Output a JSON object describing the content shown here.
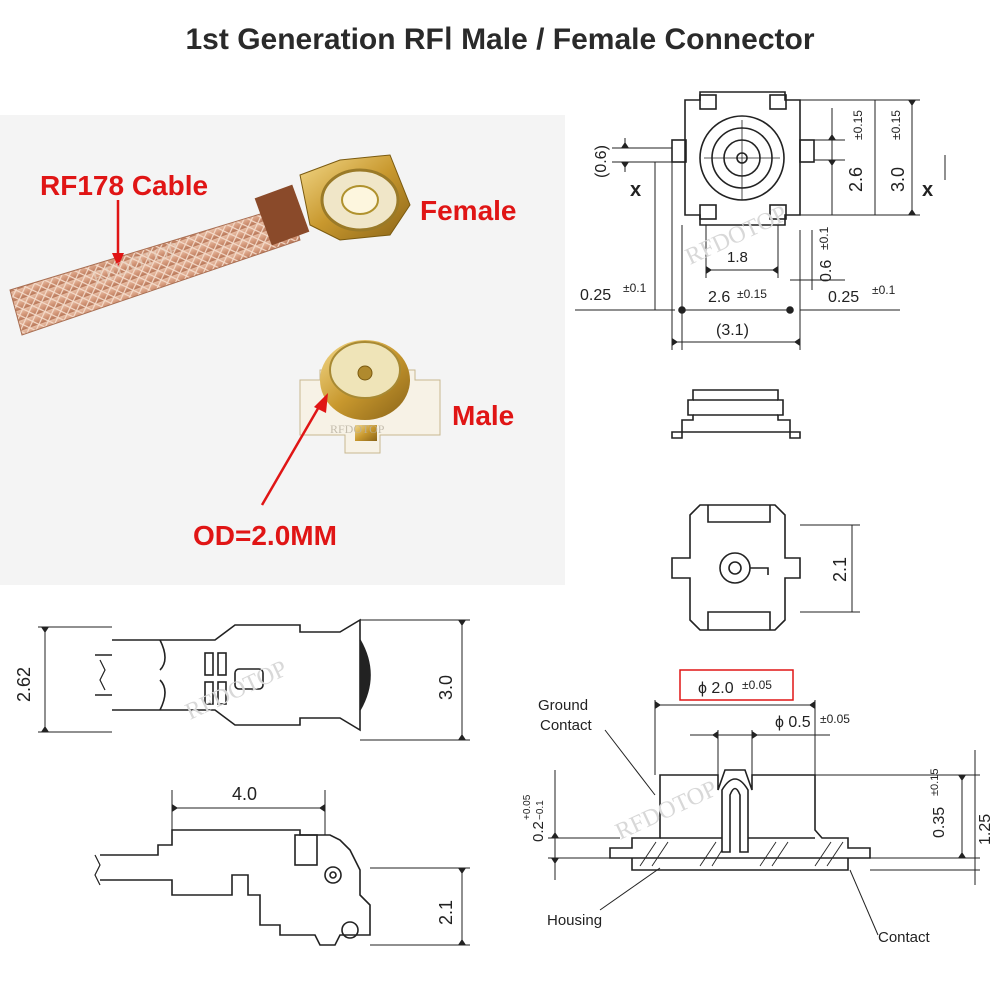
{
  "title": "1st Generation RFⅠ Male / Female Connector",
  "photo": {
    "cable_label": "RF178 Cable",
    "female_label": "Female",
    "male_label": "Male",
    "od_label": "OD=2.0MM",
    "watermark": "RFDOTOP"
  },
  "top_right": {
    "dim_06": "(0.6)",
    "dim_26_015_v": "2.6",
    "tol_015_a": "±0.15",
    "dim_30_v": "3.0",
    "tol_015_b": "±0.15",
    "x_mark": "x",
    "dim_18": "1.8",
    "dim_06_01": "0.6",
    "tol_01_a": "±0.1",
    "dim_025_left": "0.25",
    "tol_01_b": "±0.1",
    "dim_26_h": "2.6",
    "tol_015_c": "±0.15",
    "dim_025_right": "0.25",
    "tol_01_c": "±0.1",
    "dim_31": "(3.1)"
  },
  "middle_right": {
    "dim_21": "2.1"
  },
  "bottom_left": {
    "dim_262": "2.62",
    "dim_30": "3.0",
    "dim_40": "4.0",
    "dim_21": "2.1"
  },
  "bottom_right": {
    "phi20": "ϕ 2.0",
    "phi20_tol": "±0.05",
    "phi05": "ϕ 0.5",
    "phi05_tol": "±0.05",
    "ground_contact_1": "Ground",
    "ground_contact_2": "Contact",
    "dim_02": "0.2",
    "dim_02_tol_plus": "+0.05",
    "dim_02_tol_minus": "−0.1",
    "dim_035": "0.35",
    "dim_035_tol": "±0.15",
    "dim_125": "1.25",
    "housing": "Housing",
    "contact": "Contact"
  },
  "colors": {
    "red_label": "#e01515",
    "highlight_box": "#e01515",
    "drawing_line": "#222222",
    "cable_copper": "#d9a58a",
    "gold": "#c89b2e"
  }
}
